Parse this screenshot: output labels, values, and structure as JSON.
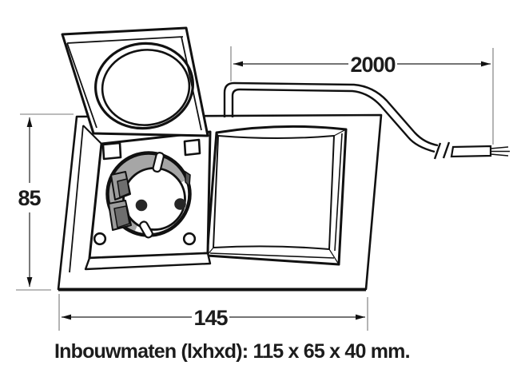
{
  "diagram": {
    "caption": "Inbouwmaten (lxhxd): 115 x 65 x 40 mm.",
    "dimensions": {
      "cable_length_mm": "2000",
      "height_mm": "85",
      "width_mm": "145"
    },
    "colors": {
      "line": "#111111",
      "dimension_line": "#222222",
      "extension_line": "#777777",
      "socket_rim_gray": "#a6a6a6",
      "socket_slot_dark": "#6e6e6e",
      "pin_hole": "#262626",
      "background": "#ffffff"
    }
  }
}
